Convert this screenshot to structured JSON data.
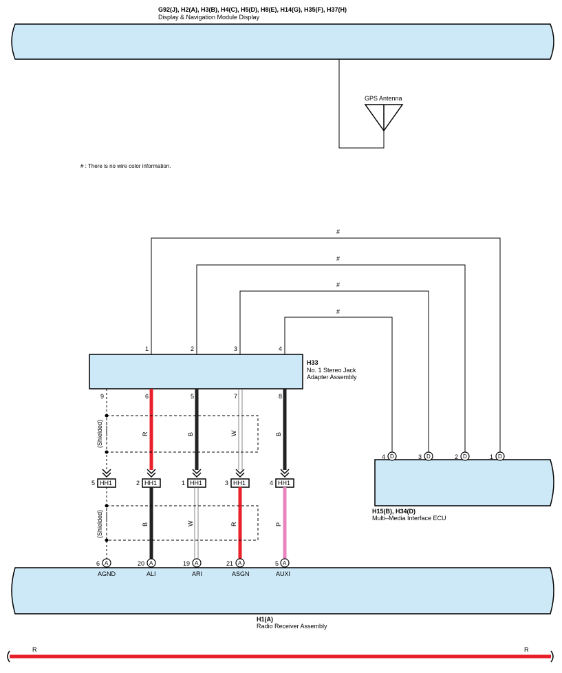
{
  "display_module": {
    "codes": "G92(J), H2(A), H3(B), H4(C), H5(D), H8(E), H14(G), H35(F), H37(H)",
    "name": "Display & Navigation Module Display"
  },
  "gps_antenna": {
    "label": "GPS Antenna"
  },
  "note": "# : There is no wire color information.",
  "no_color_mark": "#",
  "stereo_jack": {
    "code": "H33",
    "name_line1": "No. 1 Stereo Jack",
    "name_line2": "Adapter Assembly",
    "top_pins": [
      "1",
      "2",
      "3",
      "4"
    ],
    "bottom_pins": [
      "9",
      "6",
      "5",
      "7",
      "8"
    ]
  },
  "upper_wires": [
    {
      "color_code": "",
      "color": "#000000"
    },
    {
      "color_code": "R",
      "color": "#e8202a"
    },
    {
      "color_code": "B",
      "color": "#222222"
    },
    {
      "color_code": "W",
      "color": "#ffffff"
    },
    {
      "color_code": "B",
      "color": "#222222"
    }
  ],
  "lower_wires": [
    {
      "color_code": "",
      "color": "#000000"
    },
    {
      "color_code": "B",
      "color": "#222222"
    },
    {
      "color_code": "W",
      "color": "#ffffff"
    },
    {
      "color_code": "R",
      "color": "#e8202a"
    },
    {
      "color_code": "P",
      "color": "#e883bd"
    }
  ],
  "shielded_label": "(Shielded)",
  "junction": {
    "name": "HH1",
    "pins": [
      "5",
      "2",
      "1",
      "3",
      "4"
    ]
  },
  "radio_receiver": {
    "code": "H1(A)",
    "name": "Radio Receiver Assembly",
    "connector": "A",
    "pins": [
      "6",
      "20",
      "19",
      "21",
      "5"
    ],
    "signals": [
      "AGND",
      "ALI",
      "ARI",
      "ASGN",
      "AUXI"
    ]
  },
  "mmi_ecu": {
    "code": "H15(B), H34(D)",
    "name": "Multi–Media Interface ECU",
    "connector": "D",
    "pins": [
      "4",
      "3",
      "2",
      "1"
    ]
  },
  "power_line": {
    "left_label": "R",
    "right_label": "R",
    "color": "#e8202a"
  },
  "colors": {
    "module_fill": "#cde9f8",
    "red": "#e8202a",
    "pink": "#e883bd",
    "black": "#222222"
  }
}
